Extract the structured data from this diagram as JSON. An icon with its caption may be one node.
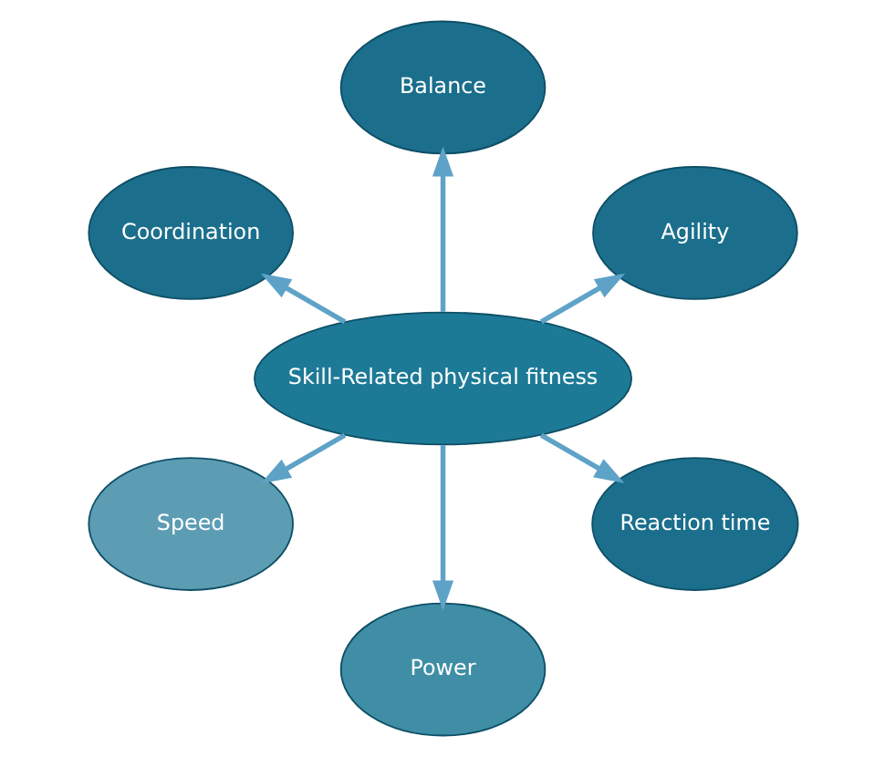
{
  "diagram": {
    "nodes": [
      {
        "text": [
          "Agility"
        ]
      },
      {
        "text": [
          "Reaction time"
        ]
      },
      {
        "text": [
          "Balance"
        ]
      },
      {
        "text": [
          "Skill-Related physical fitness"
        ]
      },
      {
        "text": [
          "Power"
        ]
      },
      {
        "text": [
          "Coordination"
        ]
      },
      {
        "text": [
          "Speed"
        ]
      }
    ],
    "edges": [
      {
        "from": 3,
        "to": 0,
        "arrow": "to"
      },
      {
        "from": 3,
        "to": 2,
        "arrow": "to"
      },
      {
        "from": 3,
        "to": 5,
        "arrow": "to"
      },
      {
        "from": 3,
        "to": 6,
        "arrow": "to"
      },
      {
        "from": 3,
        "to": 4,
        "arrow": "to"
      },
      {
        "from": 3,
        "to": 1,
        "arrow": "to"
      }
    ]
  }
}
